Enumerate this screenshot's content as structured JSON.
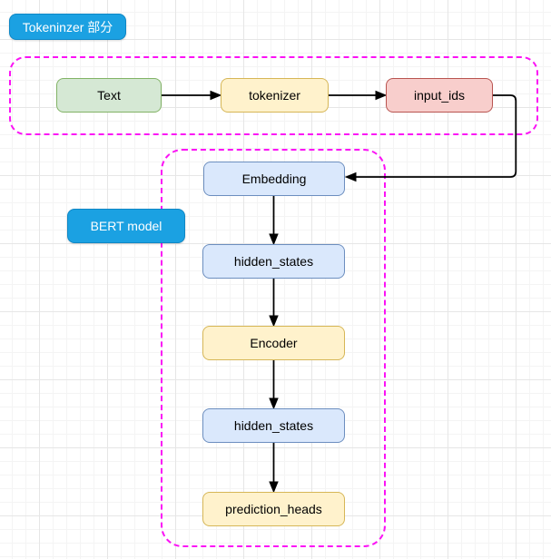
{
  "diagram": {
    "badges": {
      "tokenizer_section": "Tokeninzer 部分",
      "bert_model": "BERT model"
    },
    "nodes": {
      "text": "Text",
      "tokenizer": "tokenizer",
      "input_ids": "input_ids",
      "embedding": "Embedding",
      "hidden_states_1": "hidden_states",
      "encoder": "Encoder",
      "hidden_states_2": "hidden_states",
      "prediction_heads": "prediction_heads"
    },
    "edges": [
      {
        "from": "Text",
        "to": "tokenizer"
      },
      {
        "from": "tokenizer",
        "to": "input_ids"
      },
      {
        "from": "input_ids",
        "to": "Embedding"
      },
      {
        "from": "Embedding",
        "to": "hidden_states"
      },
      {
        "from": "hidden_states",
        "to": "Encoder"
      },
      {
        "from": "Encoder",
        "to": "hidden_states"
      },
      {
        "from": "hidden_states",
        "to": "prediction_heads"
      }
    ],
    "colors": {
      "badge_fill": "#1ba1e2",
      "badge_text": "#ffffff",
      "container_dash": "#fb12f5",
      "green_fill": "#d5e8d4",
      "green_stroke": "#82b366",
      "yellow_fill": "#fff2cc",
      "yellow_stroke": "#d6b656",
      "red_fill": "#f8cecc",
      "red_stroke": "#b85450",
      "blue_fill": "#dae8fc",
      "blue_stroke": "#6c8ebf",
      "arrow": "#000000"
    }
  }
}
